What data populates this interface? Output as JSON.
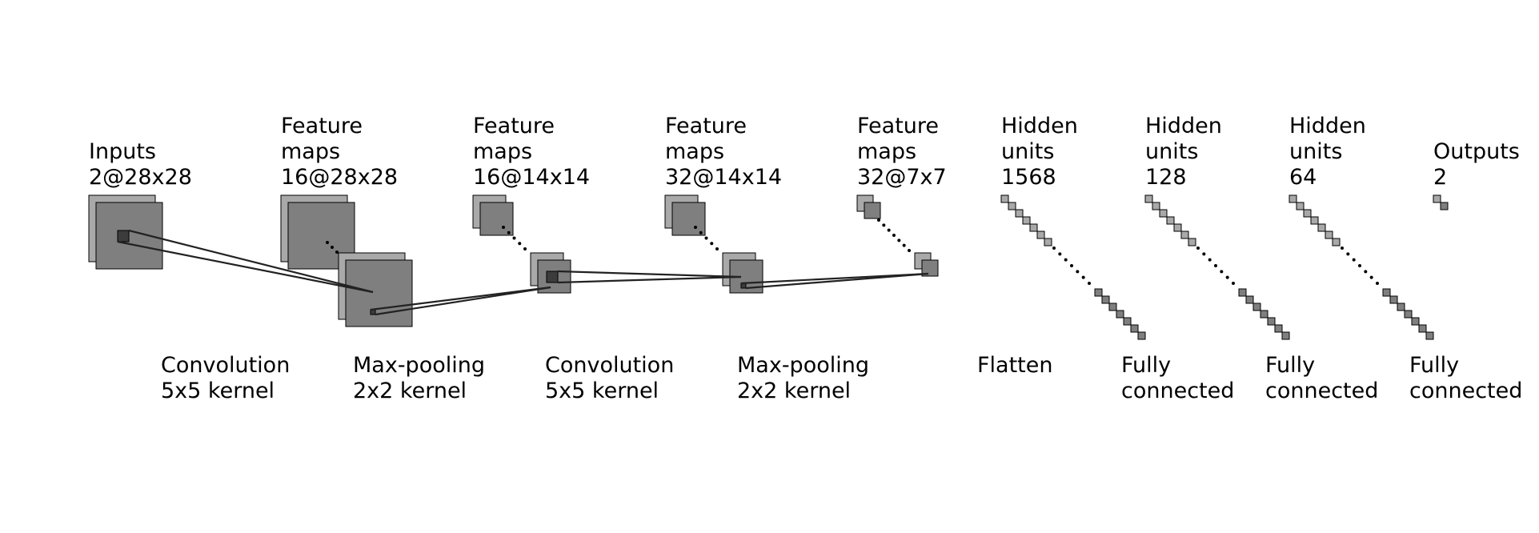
{
  "layers": [
    {
      "id": "inputs",
      "lines": [
        "Inputs",
        "2@28x28"
      ]
    },
    {
      "id": "fm1",
      "lines": [
        "Feature",
        "maps",
        "16@28x28"
      ]
    },
    {
      "id": "fm2",
      "lines": [
        "Feature",
        "maps",
        "16@14x14"
      ]
    },
    {
      "id": "fm3",
      "lines": [
        "Feature",
        "maps",
        "32@14x14"
      ]
    },
    {
      "id": "fm4",
      "lines": [
        "Feature",
        "maps",
        "32@7x7"
      ]
    },
    {
      "id": "hid1",
      "lines": [
        "Hidden",
        "units",
        "1568"
      ]
    },
    {
      "id": "hid2",
      "lines": [
        "Hidden",
        "units",
        "128"
      ]
    },
    {
      "id": "hid3",
      "lines": [
        "Hidden",
        "units",
        "64"
      ]
    },
    {
      "id": "outputs",
      "lines": [
        "Outputs",
        "2"
      ]
    }
  ],
  "operations": [
    {
      "id": "conv1",
      "lines": [
        "Convolution",
        "5x5 kernel"
      ]
    },
    {
      "id": "pool1",
      "lines": [
        "Max-pooling",
        "2x2 kernel"
      ]
    },
    {
      "id": "conv2",
      "lines": [
        "Convolution",
        "5x5 kernel"
      ]
    },
    {
      "id": "pool2",
      "lines": [
        "Max-pooling",
        "2x2 kernel"
      ]
    },
    {
      "id": "flatten",
      "lines": [
        "Flatten"
      ]
    },
    {
      "id": "fc1",
      "lines": [
        "Fully",
        "connected"
      ]
    },
    {
      "id": "fc2",
      "lines": [
        "Fully",
        "connected"
      ]
    },
    {
      "id": "fc3",
      "lines": [
        "Fully",
        "connected"
      ]
    }
  ],
  "colors": {
    "back_map": "#a9a9a9",
    "front_map": "#7f7f7f",
    "kernel_patch": "#3c3c3c",
    "stroke": "#000000",
    "connector": "#222222"
  }
}
